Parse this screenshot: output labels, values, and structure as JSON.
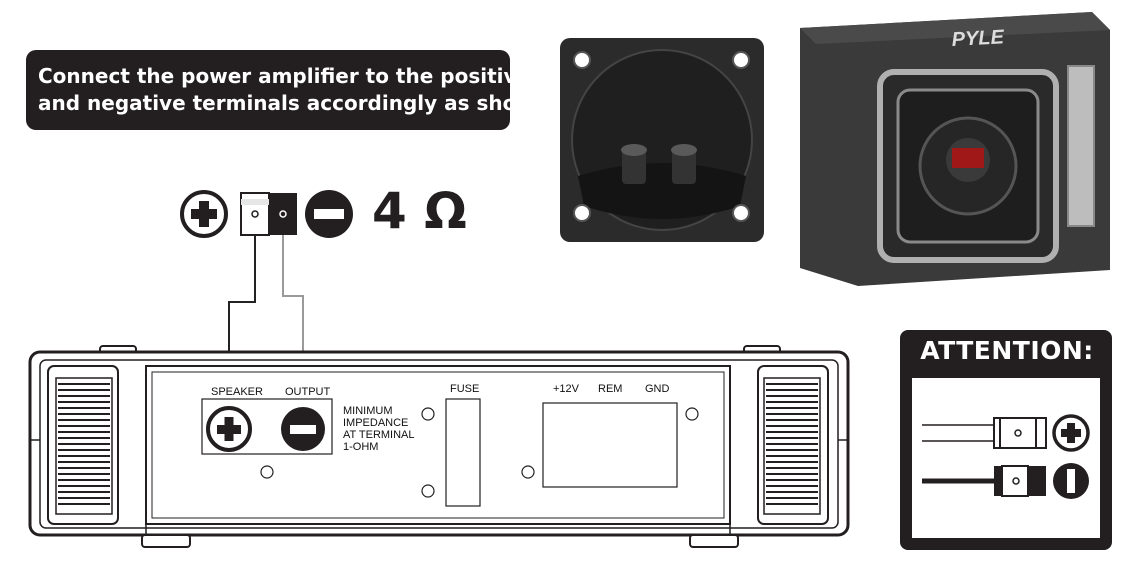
{
  "callout": {
    "line1": "Connect the power amplifier to the positive",
    "line2": "and negative terminals accordingly as shown."
  },
  "impedance_label": "4 Ω",
  "amplifier": {
    "speaker_label": "SPEAKER",
    "output_label": "OUTPUT",
    "impedance_note": [
      "MINIMUM",
      "IMPEDANCE",
      "AT TERMINAL",
      "1-OHM"
    ],
    "fuse_label": "FUSE",
    "power_labels": [
      "+12V",
      "REM",
      "GND"
    ]
  },
  "subwoofer_brand": "PYLE",
  "attention": {
    "title": "ATTENTION:"
  },
  "icons": {
    "positive": "plus-circle-icon",
    "negative": "minus-circle-icon",
    "negative_alt": "bar-circle-icon"
  },
  "colors": {
    "dark": "#231f20",
    "wire_positive": "#222222",
    "wire_negative": "#9a9a9a",
    "enclosure": "#3a3a3a"
  }
}
